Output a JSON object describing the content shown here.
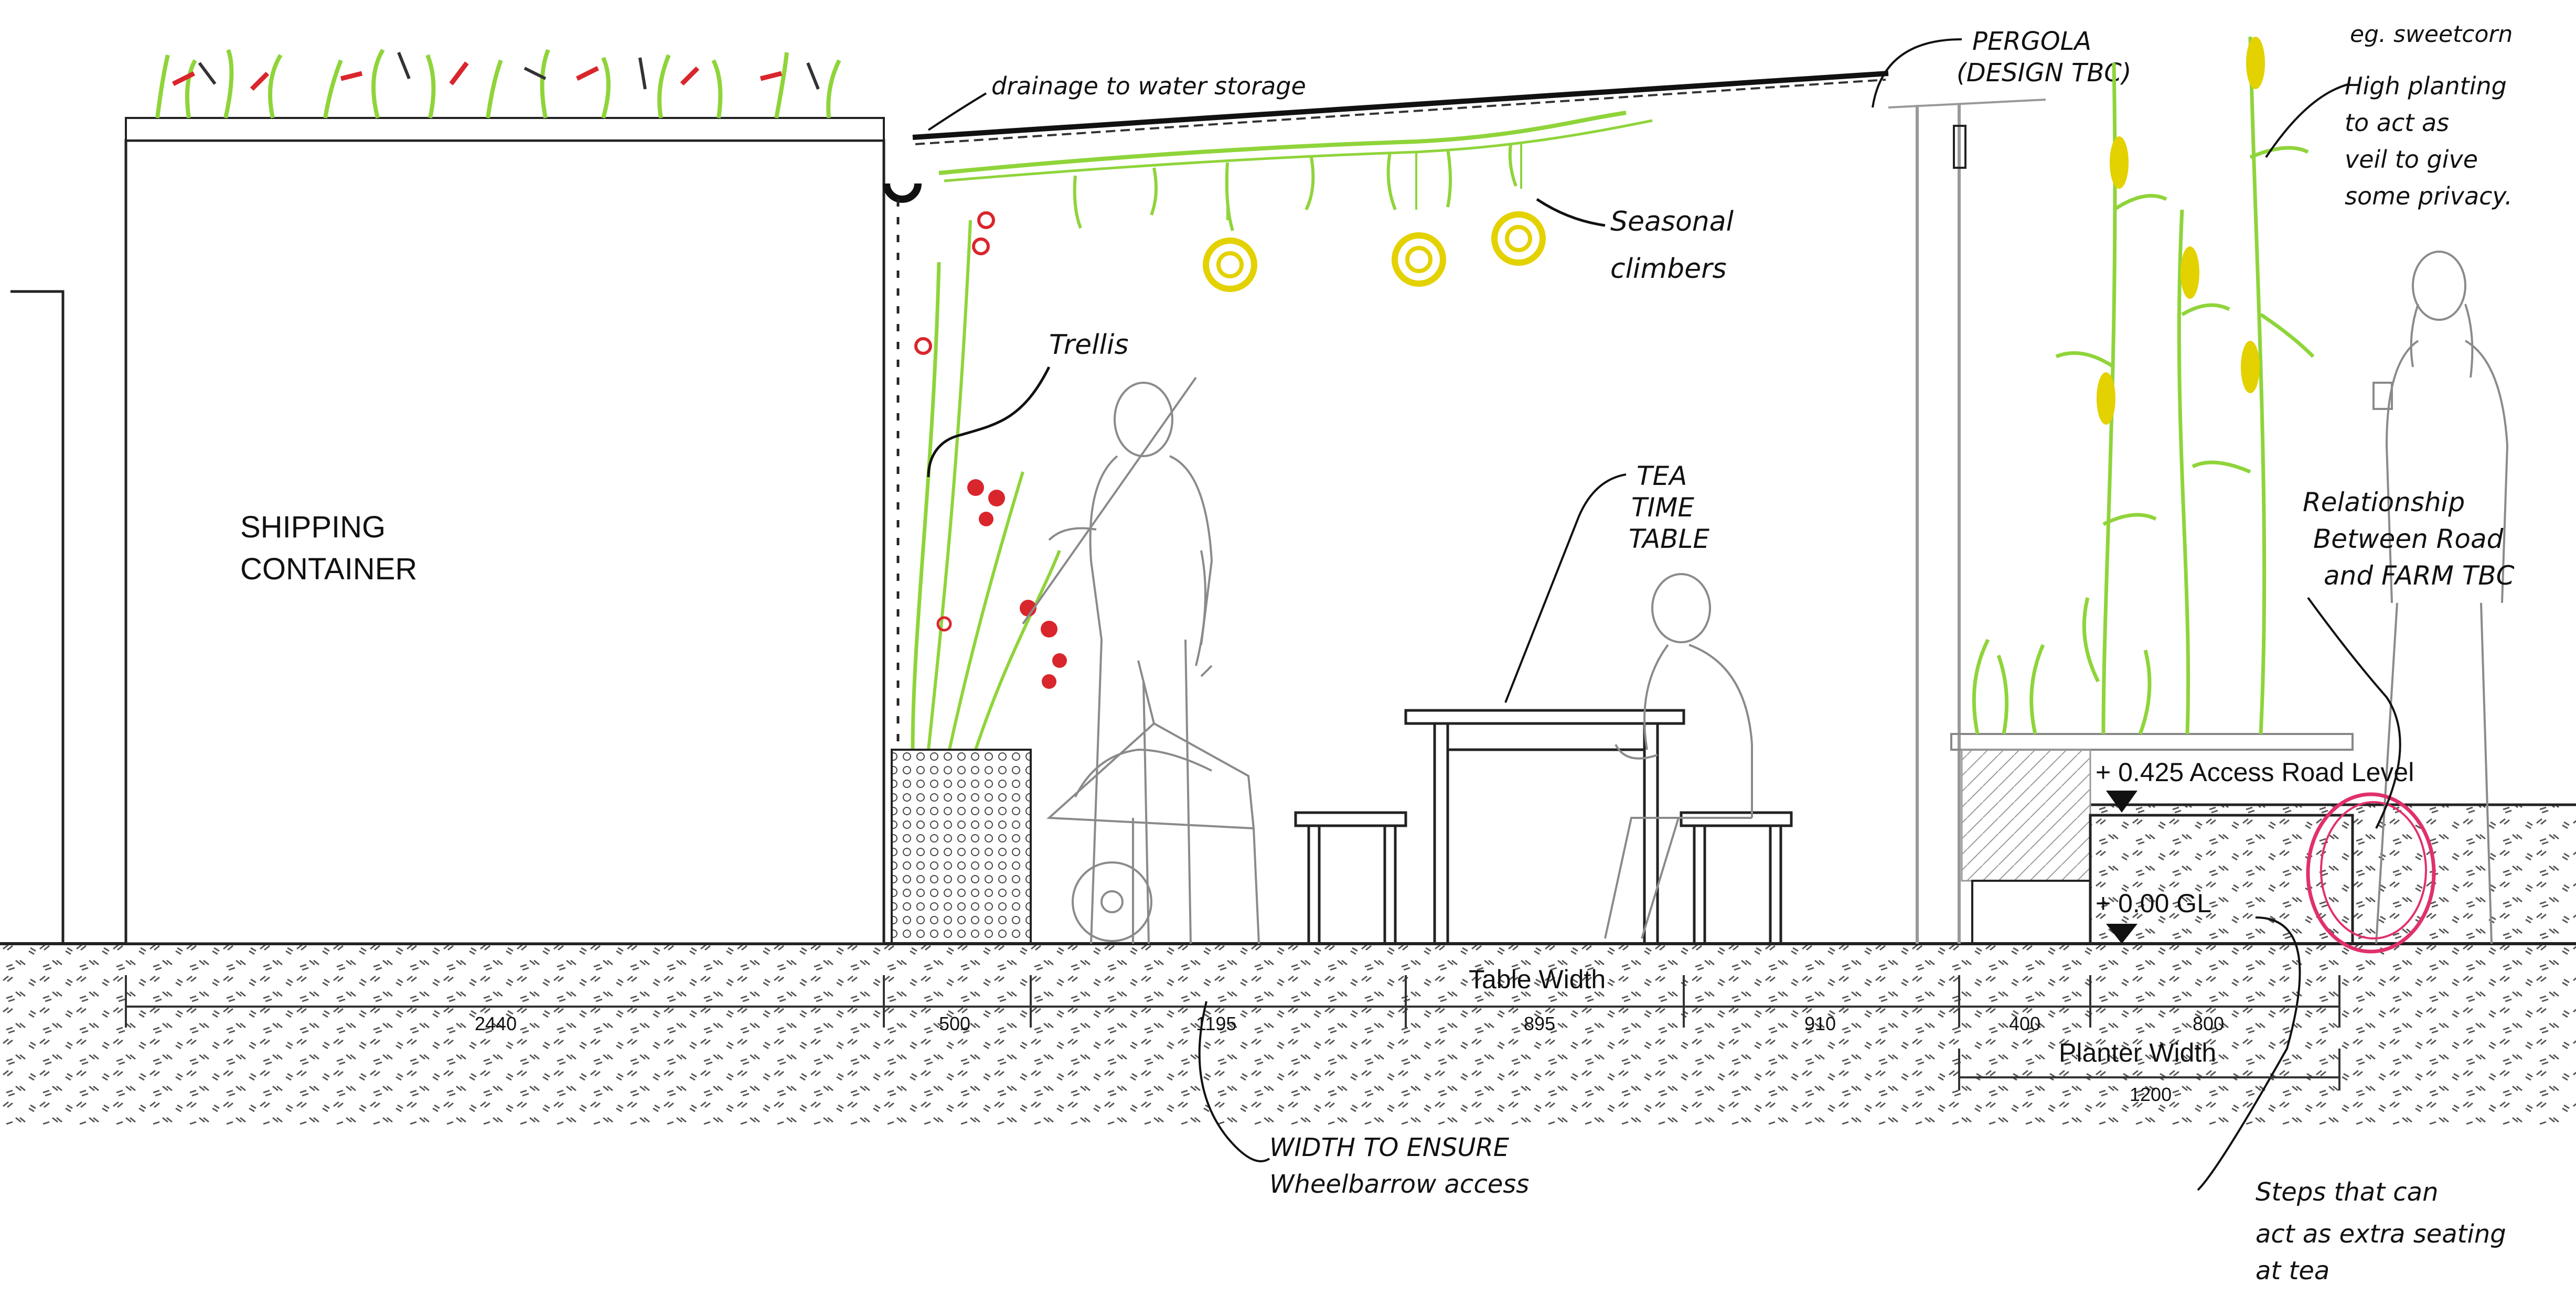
{
  "labels": {
    "container": [
      "SHIPPING",
      "CONTAINER"
    ],
    "drainage": "drainage to water storage",
    "pergola": [
      "PERGOLA",
      "(DESIGN TBC)"
    ],
    "sweetcorn": "eg. sweetcorn",
    "high_planting": [
      "High planting",
      "to act as",
      "veil to give",
      "some privacy."
    ],
    "climbers": [
      "Seasonal",
      "climbers"
    ],
    "trellis": "Trellis",
    "tea_table": [
      "TEA",
      "TIME",
      "TABLE"
    ],
    "relationship": [
      "Relationship",
      "Between Road",
      "and FARM TBC"
    ],
    "access_level": "+ 0.425 Access Road Level",
    "gl_level": "+ 0.00  GL",
    "wheelbarrow": [
      "WIDTH TO ENSURE",
      "Wheelbarrow access"
    ],
    "steps": [
      "Steps that can",
      "act as extra seating",
      "at tea"
    ]
  },
  "dimensions": {
    "d2440": "2440",
    "d500": "500",
    "d1195": "1195",
    "table_width": "Table Width",
    "d895": "895",
    "d910": "910",
    "d400": "400",
    "d800": "800",
    "planter_width": "Planter Width",
    "d1200": "1200"
  },
  "colors": {
    "ink": "#111111",
    "pencil": "#8a8a8a",
    "greenery": "#8fd43a",
    "flowers": "#e4d100",
    "tomato": "#d9262c",
    "pink": "#e1306c",
    "ground": "#444444"
  }
}
